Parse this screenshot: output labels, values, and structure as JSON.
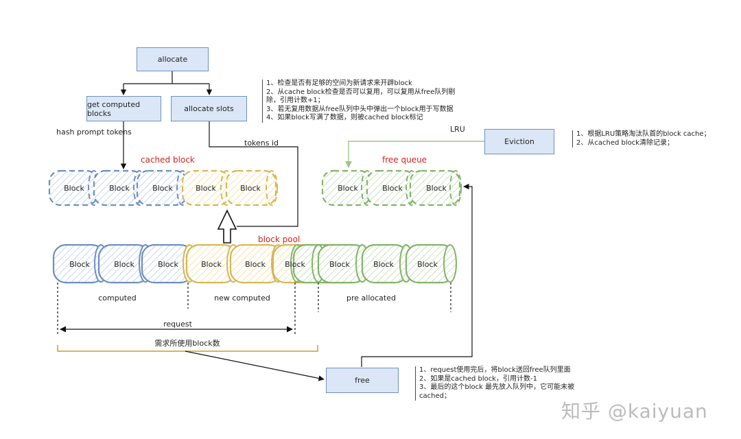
{
  "boxes": {
    "allocate": "allocate",
    "get_computed_blocks": "get computed blocks",
    "allocate_slots": "allocate slots",
    "eviction": "Eviction",
    "free": "free"
  },
  "labels": {
    "hash_prompt_tokens": "hash prompt tokens",
    "tokens_id": "tokens id",
    "lru": "LRU",
    "cached_block_title": "cached block",
    "free_queue_title": "free queue",
    "block_pool_title": "block pool",
    "computed": "computed",
    "new_computed": "new computed",
    "pre_allocated": "pre allocated",
    "request": "request",
    "request_blocks": "需求所使用block数"
  },
  "block_label": "Block",
  "notes": {
    "allocate_slots": [
      "1、检查是否有足够的空间为新请求来开辟block",
      "2、从cache block检查是否可以复用，可以复用从free队列剔",
      "除，引用计数+1；",
      "3、若无复用数据从free队列中头中弹出一个block用于写数据",
      "4、如果block写满了数据，则被cached block标记"
    ],
    "eviction": [
      "1、根据LRU策略淘汰队首的block cache；",
      "2、从cached block清除记录；"
    ],
    "free": [
      "1、request使用完后，将block送回free队列里面",
      "2、如果是cached block，引用计数-1",
      "3、最后的这个block 最先放入队列中，它可能未被",
      "cached；"
    ]
  },
  "watermark": "知乎 @kaiyuan",
  "colors": {
    "blue": "#6c8ebf",
    "blue_fill": "#dae8fc",
    "yellow": "#d6b656",
    "yellow_fill": "#fff2cc",
    "green": "#82b366",
    "green_fill": "#d5e8d4",
    "red_text": "#d3231c"
  }
}
